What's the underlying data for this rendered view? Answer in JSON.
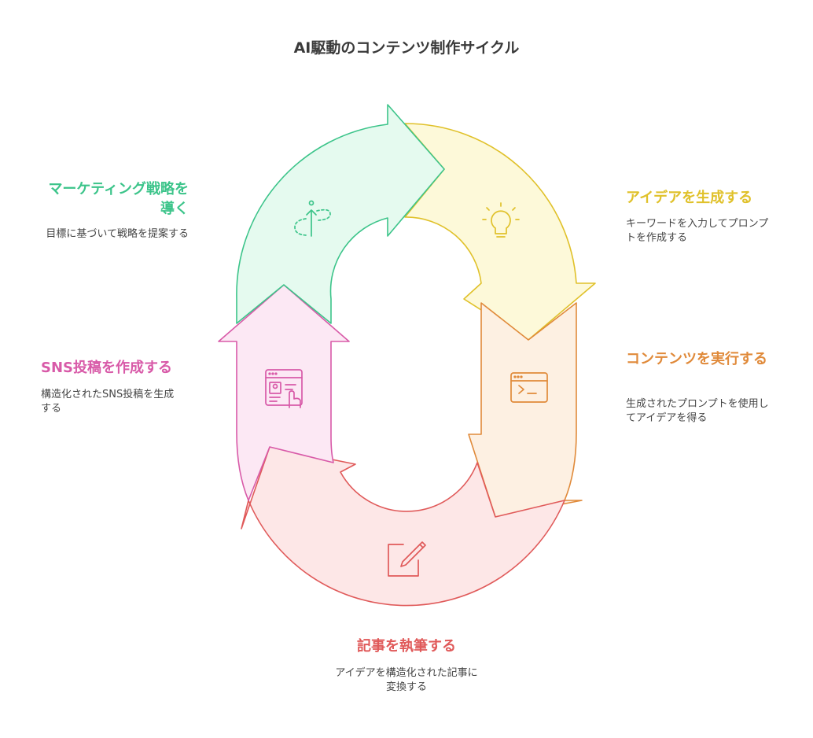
{
  "title": "AI駆動のコンテンツ制作サイクル",
  "steps": [
    {
      "id": "generate-ideas",
      "title": "アイデアを生成する",
      "description": "キーワードを入力してプロンプトを作成する",
      "icon": "lightbulb-icon",
      "color": "#e0c12a",
      "fill": "#fdf9d9"
    },
    {
      "id": "execute-content",
      "title": "コンテンツを実行する",
      "description": "生成されたプロンプトを使用してアイデアを得る",
      "icon": "terminal-icon",
      "color": "#e08a3a",
      "fill": "#fdf0e2"
    },
    {
      "id": "write-article",
      "title": "記事を執筆する",
      "description": "アイデアを構造化された記事に変換する",
      "icon": "edit-icon",
      "color": "#e05a5a",
      "fill": "#fde7e7"
    },
    {
      "id": "create-sns-post",
      "title": "SNS投稿を作成する",
      "description": "構造化されたSNS投稿を生成する",
      "icon": "social-post-icon",
      "color": "#d85aa8",
      "fill": "#fce8f4"
    },
    {
      "id": "guide-marketing",
      "title": "マーケティング戦略を導く",
      "description": "目標に基づいて戦略を提案する",
      "icon": "direction-icon",
      "color": "#3cc48a",
      "fill": "#e5faef"
    }
  ]
}
